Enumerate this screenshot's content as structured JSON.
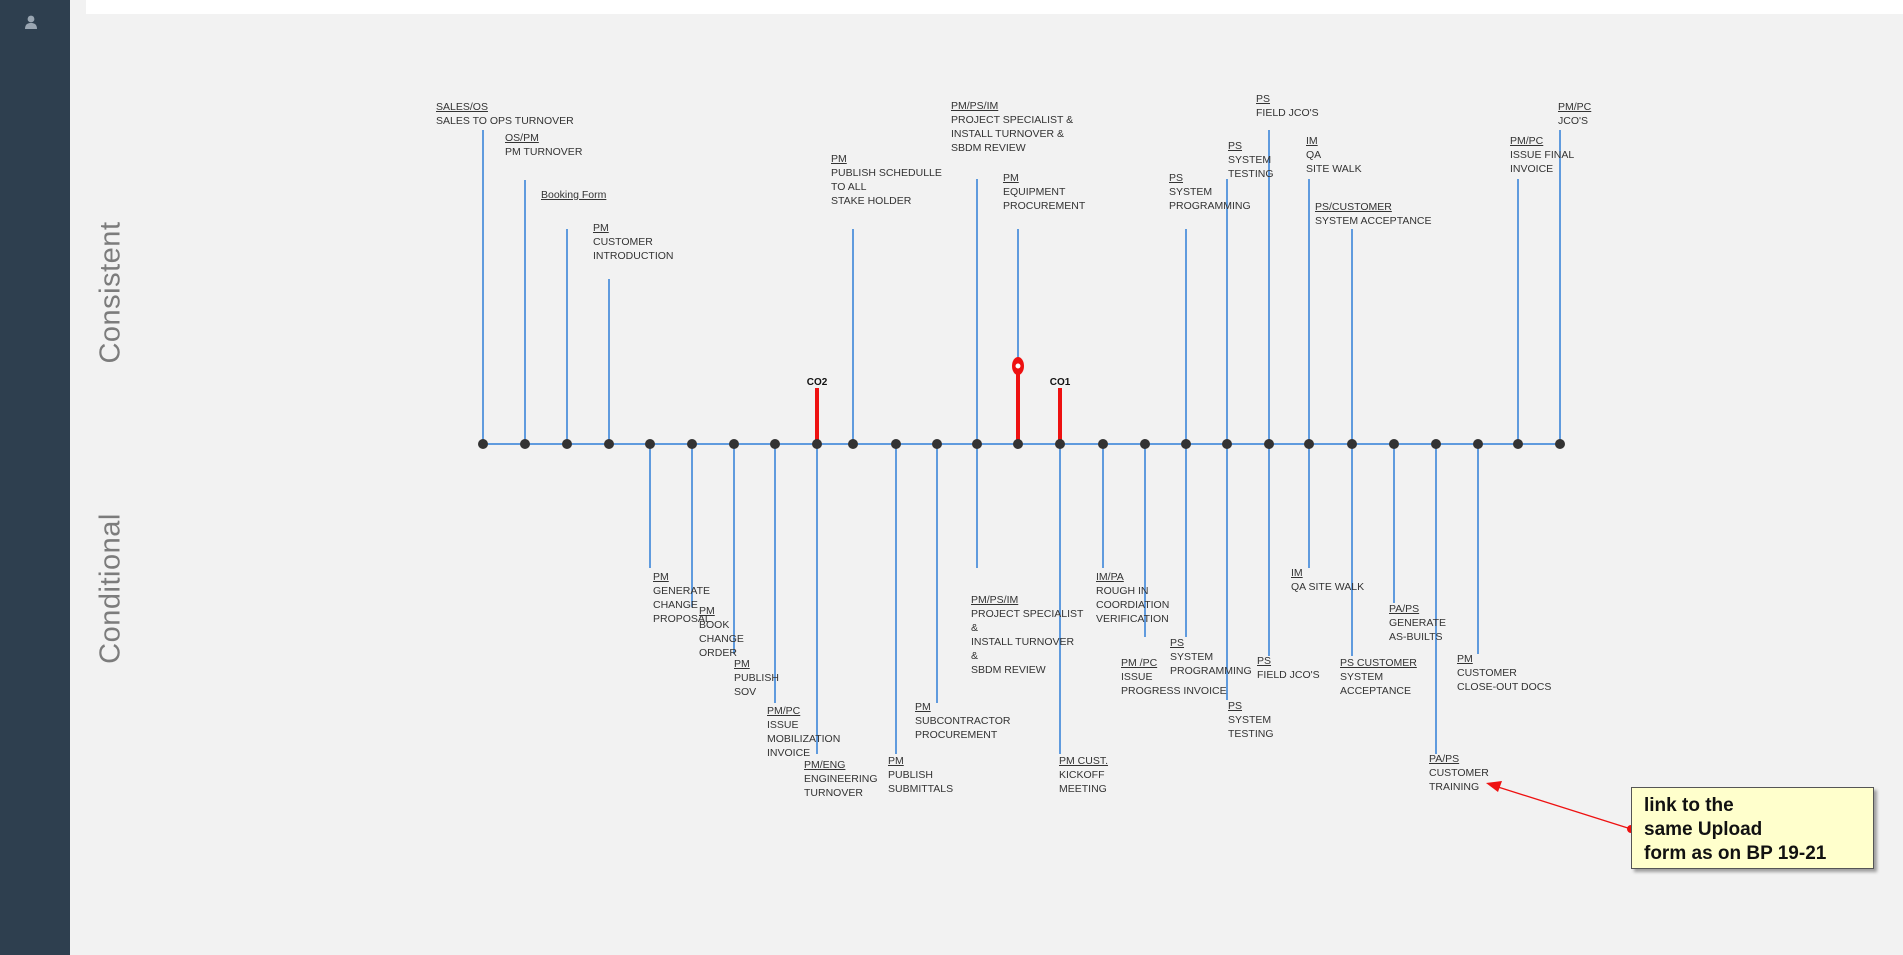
{
  "sidebar": {
    "icon": "user-icon"
  },
  "labels": {
    "consistent": "Consistent",
    "conditional": "Conditional"
  },
  "colors": {
    "line": "#2f7ed8",
    "dot": "#333333",
    "flag": "#ee1111",
    "sidebar": "#2e3f4f",
    "callout_bg": "#ffffcc"
  },
  "top_milestones": [
    {
      "role": "SALES/OS",
      "lines": [
        "SALES TO OPS TURNOVER"
      ]
    },
    {
      "role": "OS/PM",
      "lines": [
        "PM TURNOVER"
      ]
    },
    {
      "role": "Booking Form",
      "lines": []
    },
    {
      "role": "PM",
      "lines": [
        "CUSTOMER",
        "INTRODUCTION"
      ]
    },
    {
      "role": "PM",
      "lines": [
        "PUBLISH SCHEDULLE",
        "TO ALL",
        "STAKE HOLDER"
      ]
    },
    {
      "role": "PM/PS/IM",
      "lines": [
        "PROJECT SPECIALIST &",
        "INSTALL TURNOVER &",
        "SBDM REVIEW"
      ]
    },
    {
      "role": "PM",
      "lines": [
        "EQUIPMENT",
        "PROCUREMENT"
      ]
    },
    {
      "role": "PS",
      "lines": [
        "SYSTEM",
        "PROGRAMMING"
      ]
    },
    {
      "role": "PS",
      "lines": [
        "SYSTEM",
        "TESTING"
      ]
    },
    {
      "role": "PS",
      "lines": [
        "FIELD JCO'S"
      ]
    },
    {
      "role": "IM",
      "lines": [
        "QA",
        "SITE WALK"
      ]
    },
    {
      "role": "PS/CUSTOMER",
      "lines": [
        "SYSTEM ACCEPTANCE"
      ]
    },
    {
      "role": "PM/PC",
      "lines": [
        "ISSUE FINAL",
        "INVOICE"
      ]
    },
    {
      "role": "PM/PC",
      "lines": [
        "JCO'S"
      ]
    }
  ],
  "bottom_milestones": [
    {
      "role": "PM",
      "lines": [
        "GENERATE",
        "CHANGE",
        "PROPOSAL"
      ]
    },
    {
      "role": "PM",
      "lines": [
        "BOOK",
        "CHANGE",
        "ORDER"
      ]
    },
    {
      "role": "PM",
      "lines": [
        "PUBLISH",
        "SOV"
      ]
    },
    {
      "role": "PM/PC",
      "lines": [
        "ISSUE",
        "MOBILIZATION",
        "INVOICE"
      ]
    },
    {
      "role": "PM/ENG",
      "lines": [
        "ENGINEERING",
        "TURNOVER"
      ]
    },
    {
      "role": "PM",
      "lines": [
        "PUBLISH",
        "SUBMITTALS"
      ]
    },
    {
      "role": "PM",
      "lines": [
        "SUBCONTRACTOR",
        "PROCUREMENT"
      ]
    },
    {
      "role": "PM/PS/IM",
      "lines": [
        "PROJECT SPECIALIST",
        "&",
        "INSTALL TURNOVER",
        "&",
        "SBDM REVIEW"
      ]
    },
    {
      "role": "PM CUST.",
      "lines": [
        "KICKOFF",
        "MEETING"
      ]
    },
    {
      "role": "IM/PA",
      "lines": [
        "ROUGH IN",
        "COORDIATION",
        "VERIFICATION"
      ]
    },
    {
      "role": "PM /PC",
      "lines": [
        "ISSUE",
        "PROGRESS INVOICE"
      ]
    },
    {
      "role": "PS",
      "lines": [
        "SYSTEM",
        "PROGRAMMING"
      ]
    },
    {
      "role": "PS",
      "lines": [
        "SYSTEM",
        "TESTING"
      ]
    },
    {
      "role": "PS",
      "lines": [
        "FIELD JCO'S"
      ]
    },
    {
      "role": "IM",
      "lines": [
        "QA SITE WALK"
      ]
    },
    {
      "role": "PS CUSTOMER",
      "lines": [
        "SYSTEM",
        "ACCEPTANCE"
      ]
    },
    {
      "role": "PA/PS",
      "lines": [
        "GENERATE",
        "AS-BUILTS"
      ]
    },
    {
      "role": "PA/PS",
      "lines": [
        "CUSTOMER",
        "TRAINING"
      ]
    },
    {
      "role": "PM",
      "lines": [
        "CUSTOMER",
        "CLOSE-OUT DOCS"
      ]
    }
  ],
  "flags": [
    {
      "label": "CO2"
    },
    {
      "label": ""
    },
    {
      "label": "CO1"
    }
  ],
  "callout": {
    "lines": [
      "link to the",
      "same Upload",
      "form as on BP 19-21"
    ]
  }
}
